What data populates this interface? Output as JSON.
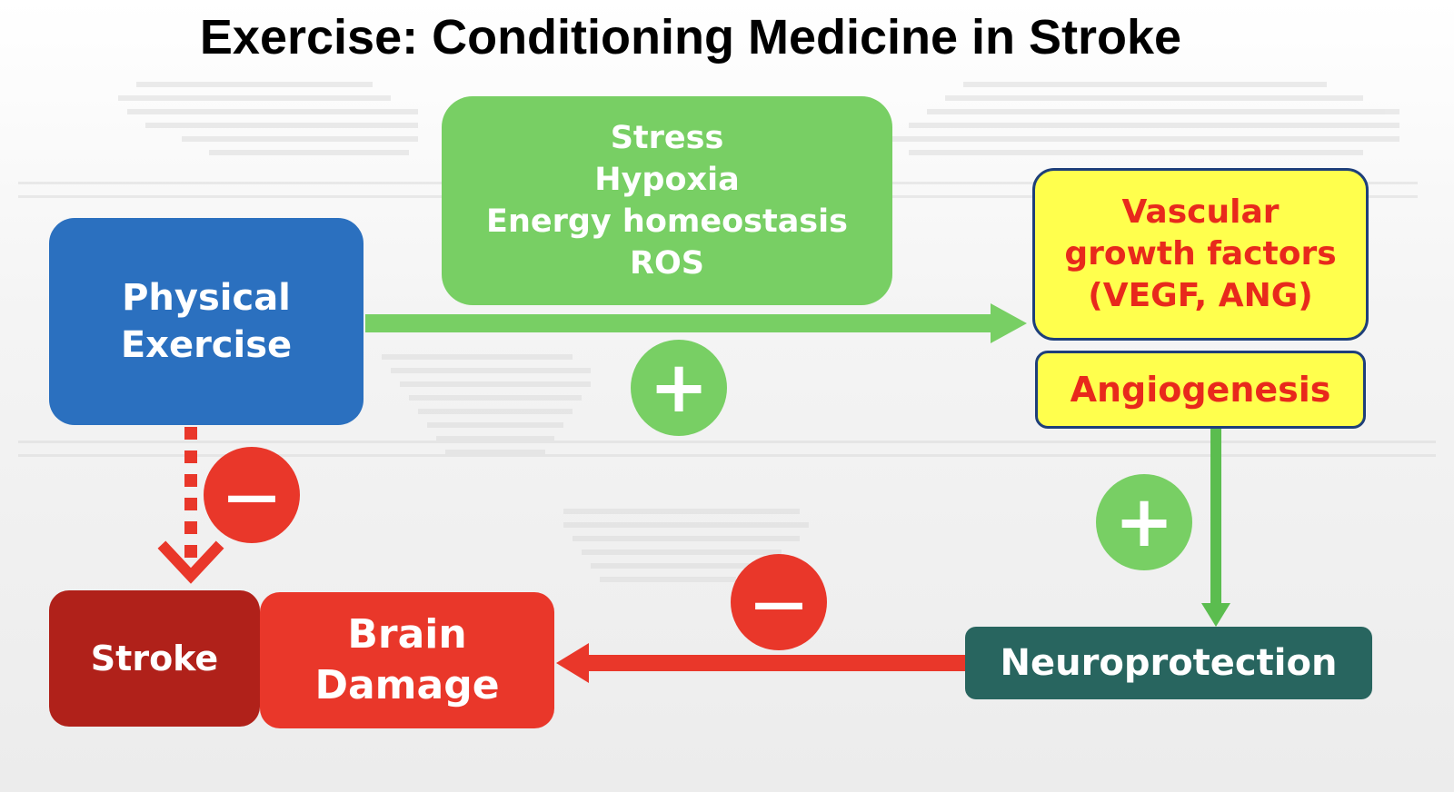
{
  "title": "Exercise: Conditioning Medicine in Stroke",
  "colors": {
    "blue": "#2b70bf",
    "green": "#78cf64",
    "yellow": "#ffff4d",
    "red": "#e9372a",
    "dark_red": "#b0211a",
    "teal": "#28655f",
    "yellow_text": "#e8291c"
  },
  "nodes": {
    "physical_exercise": [
      "Physical",
      "Exercise"
    ],
    "stressors": [
      "Stress",
      "Hypoxia",
      "Energy homeostasis",
      "ROS"
    ],
    "vascular_growth_factors": [
      "Vascular",
      "growth factors",
      "(VEGF, ANG)"
    ],
    "angiogenesis": "Angiogenesis",
    "neuroprotection": "Neuroprotection",
    "stroke": "Stroke",
    "brain_damage": [
      "Brain",
      "Damage"
    ]
  },
  "signs": {
    "plus": "+",
    "minus": "—"
  },
  "edges": [
    {
      "from": "physical_exercise",
      "to": "vascular_growth_factors",
      "effect": "+",
      "style": "solid",
      "color": "green"
    },
    {
      "from": "angiogenesis",
      "to": "neuroprotection",
      "effect": "+",
      "style": "solid",
      "color": "green"
    },
    {
      "from": "neuroprotection",
      "to": "brain_damage",
      "effect": "—",
      "style": "solid",
      "color": "red"
    },
    {
      "from": "physical_exercise",
      "to": "stroke",
      "effect": "—",
      "style": "dashed",
      "color": "red"
    }
  ]
}
